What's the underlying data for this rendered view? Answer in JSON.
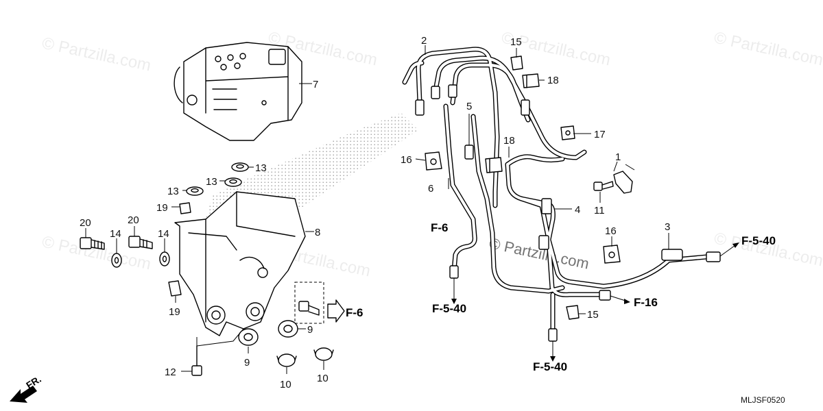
{
  "watermark": {
    "text": "© Partzilla.com"
  },
  "diagram_code": "MLJSF0520",
  "direction_label": "FR.",
  "callouts": {
    "c1": "1",
    "c2": "2",
    "c3": "3",
    "c4": "4",
    "c5": "5",
    "c6": "6",
    "c7": "7",
    "c8": "8",
    "c9a": "9",
    "c9b": "9",
    "c10a": "10",
    "c10b": "10",
    "c11": "11",
    "c12": "12",
    "c13a": "13",
    "c13b": "13",
    "c13c": "13",
    "c14a": "14",
    "c14b": "14",
    "c15a": "15",
    "c15b": "15",
    "c16a": "16",
    "c16b": "16",
    "c17": "17",
    "c18a": "18",
    "c18b": "18",
    "c19a": "19",
    "c19b": "19",
    "c20a": "20",
    "c20b": "20"
  },
  "references": {
    "f6_bracket": "F-6",
    "f6_hose": "F-6",
    "f540_left": "F-5-40",
    "f540_bottom": "F-5-40",
    "f540_right": "F-5-40",
    "f16": "F-16"
  },
  "colors": {
    "line": "#000000",
    "background": "#ffffff"
  }
}
